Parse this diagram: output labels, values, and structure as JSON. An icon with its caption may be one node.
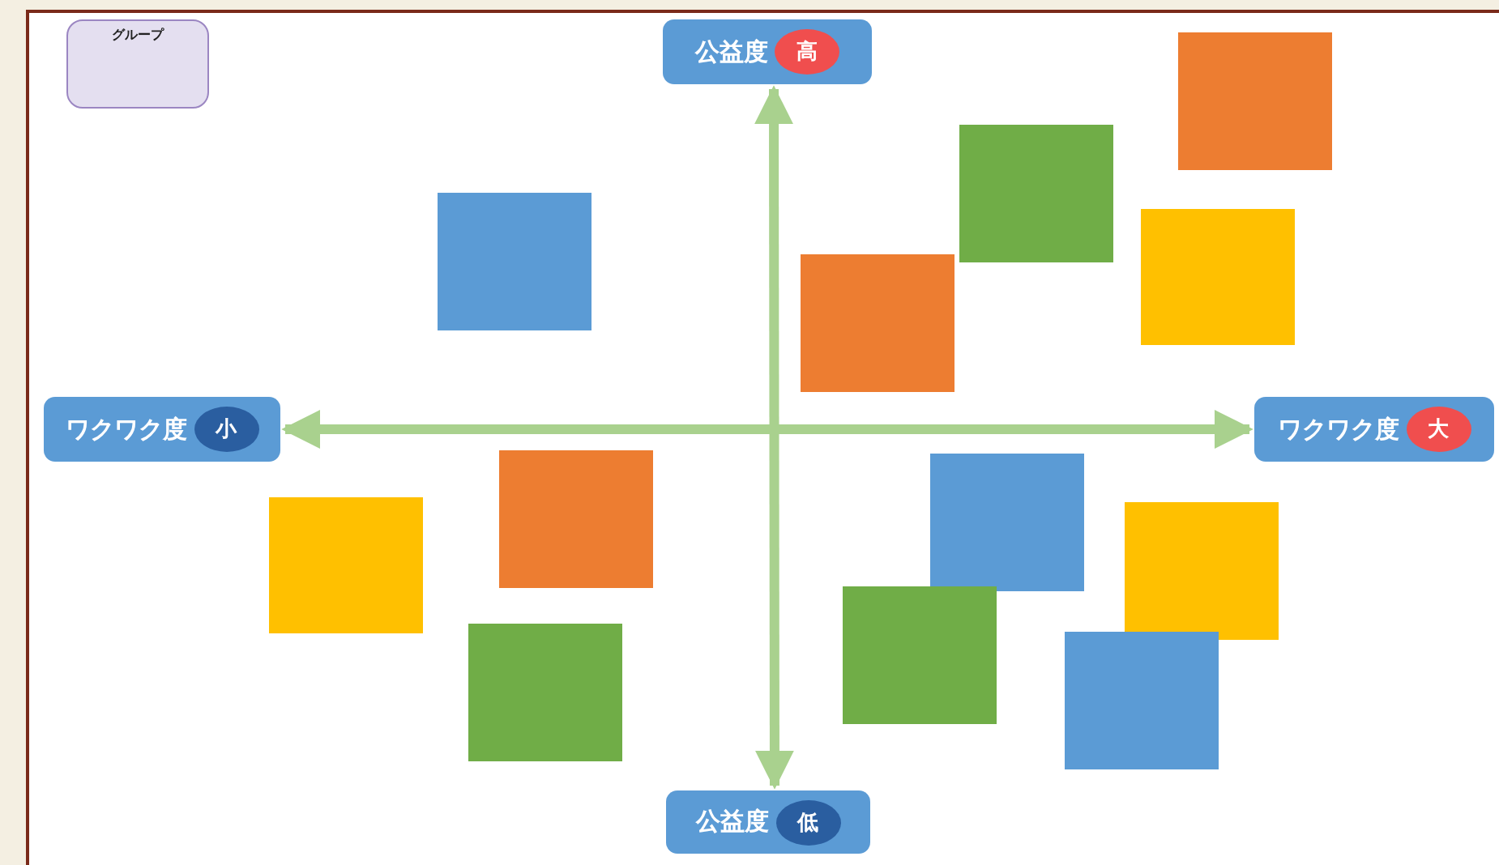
{
  "diagram": {
    "nodes": [
      {
        "text": [
          "グループ"
        ]
      },
      {
        "text": [
          "公益度",
          "高"
        ]
      },
      {
        "text": [
          "ワクワク度",
          "小"
        ]
      },
      {
        "text": [
          "ワクワク度",
          "大"
        ]
      },
      {
        "text": [
          "公益度",
          "低"
        ]
      },
      {
        "text": [],
        "shape": "box"
      },
      {
        "text": [],
        "shape": "box"
      },
      {
        "text": [],
        "shape": "box"
      },
      {
        "text": [],
        "shape": "box"
      },
      {
        "text": [],
        "shape": "box"
      },
      {
        "text": [],
        "shape": "box"
      },
      {
        "text": [],
        "shape": "box"
      },
      {
        "text": [],
        "shape": "box"
      },
      {
        "text": [],
        "shape": "box"
      },
      {
        "text": [],
        "shape": "box"
      },
      {
        "text": [],
        "shape": "box"
      },
      {
        "text": [],
        "shape": "box"
      }
    ],
    "edges": [
      {
        "from": 1,
        "to": 4,
        "arrow": "both"
      },
      {
        "from": 2,
        "to": 3,
        "arrow": "both"
      }
    ]
  }
}
